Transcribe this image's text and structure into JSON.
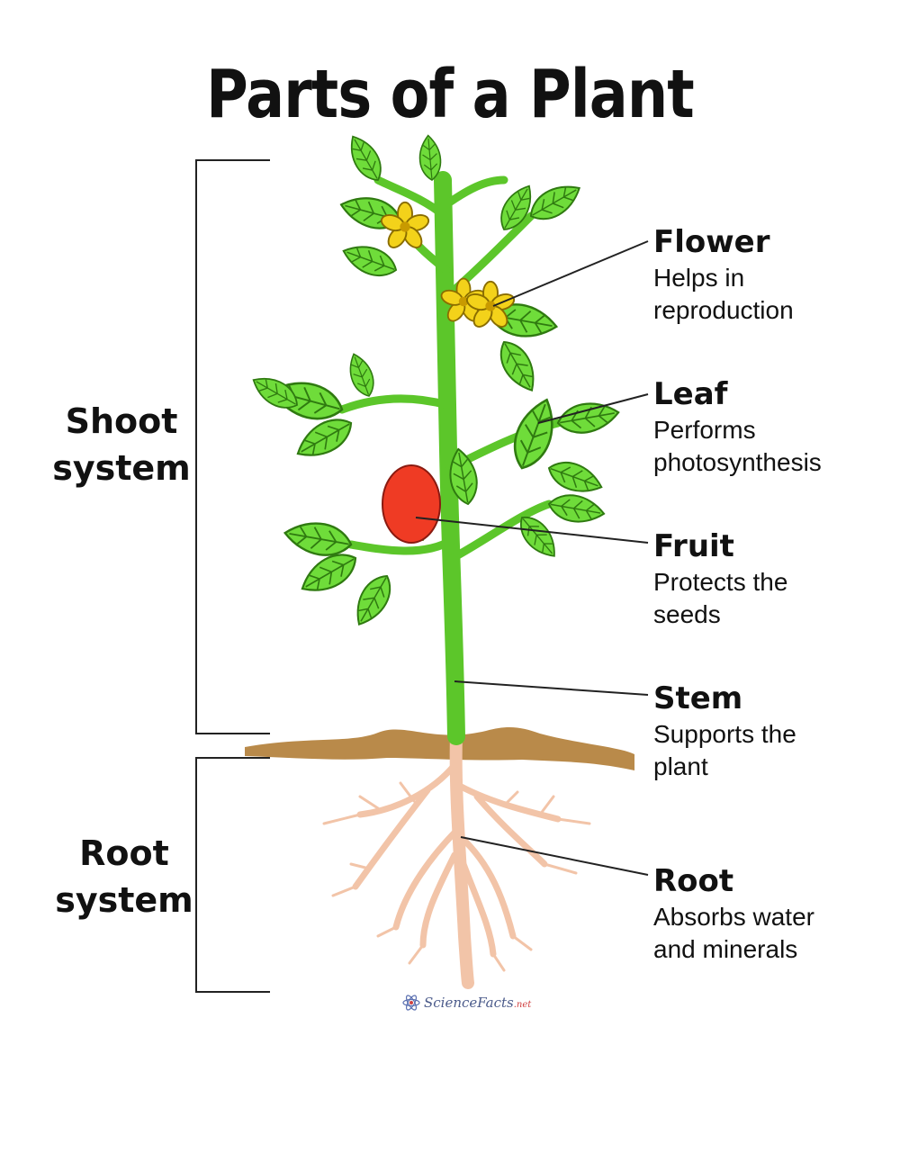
{
  "title": "Parts of a Plant",
  "systems": {
    "shoot": [
      "Shoot",
      "system"
    ],
    "root": [
      "Root",
      "system"
    ]
  },
  "labels": {
    "flower": {
      "name": "Flower",
      "desc": "Helps in\nreproduction"
    },
    "leaf": {
      "name": "Leaf",
      "desc": "Performs\nphotosynthesis"
    },
    "fruit": {
      "name": "Fruit",
      "desc": "Protects the\nseeds"
    },
    "stem": {
      "name": "Stem",
      "desc": "Supports the\nplant"
    },
    "root": {
      "name": "Root",
      "desc": "Absorbs water\nand minerals"
    }
  },
  "logo": {
    "text": "ScienceFacts",
    "suffix": ".net",
    "icon": "atom-icon"
  },
  "colors": {
    "leaf": "#6fdc3a",
    "leaf_vein": "#2f7a10",
    "stem": "#5cc62a",
    "fruit": "#ef3b24",
    "flower": "#f3d21a",
    "soil": "#b98a4a",
    "root": "#f2c4a8"
  }
}
